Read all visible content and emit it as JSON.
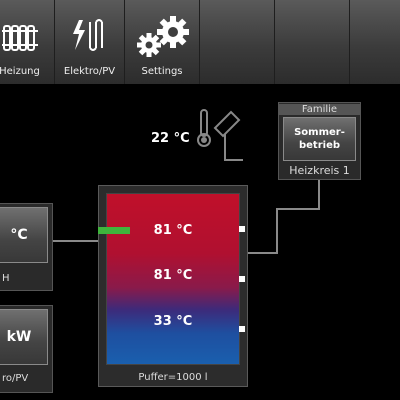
{
  "tabs": [
    {
      "label": "Heizung",
      "icon": "radiator-icon"
    },
    {
      "label": "Elektro/PV",
      "icon": "electric-heater-icon"
    },
    {
      "label": "Settings",
      "icon": "gears-icon"
    }
  ],
  "outdoor": {
    "temperature": "22 °C",
    "icon": "thermometer-solar-icon"
  },
  "heating_circuit": {
    "group": "Familie",
    "mode": "Sommer-\nbetrieb",
    "name": "Heizkreis 1"
  },
  "left_devices": [
    {
      "value": "°C",
      "sub": "H"
    },
    {
      "value": "kW",
      "sub": "ro/PV"
    }
  ],
  "buffer": {
    "temps": [
      "81 °C",
      "81 °C",
      "33 °C"
    ],
    "caption": "Puffer=1000 l"
  },
  "colors": {
    "hot": "#c0102a",
    "cold": "#1a5fae",
    "sensor": "#3fb43c"
  }
}
